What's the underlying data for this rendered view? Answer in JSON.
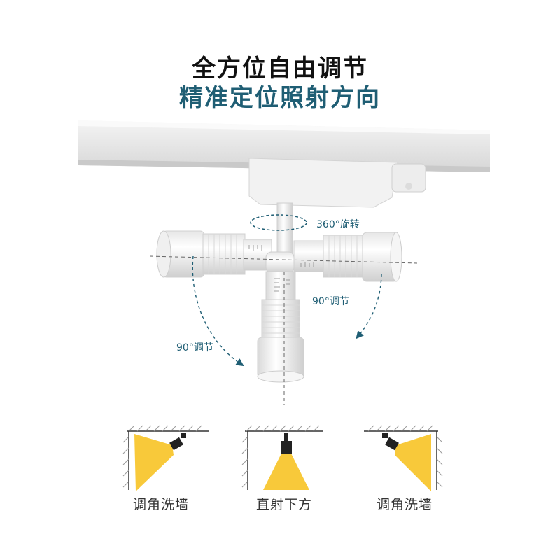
{
  "heading": {
    "line1": "全方位自由调节",
    "line2": "精准定位照射方向",
    "line2_color": "#1f5e74"
  },
  "annotations": {
    "rotate": "360°旋转",
    "adjust_right": "90°调节",
    "adjust_left": "90°调节"
  },
  "modes": [
    {
      "label": "调角洗墙",
      "icon": "wall-wash-left-diagram"
    },
    {
      "label": "直射下方",
      "icon": "direct-down-diagram"
    },
    {
      "label": "调角洗墙",
      "icon": "wall-wash-right-diagram"
    }
  ],
  "colors": {
    "light_beam": "#f8c93a",
    "fixture_body": "#f3f3f3",
    "rail": "#e8e8e8",
    "annotation": "#1f5e74"
  }
}
